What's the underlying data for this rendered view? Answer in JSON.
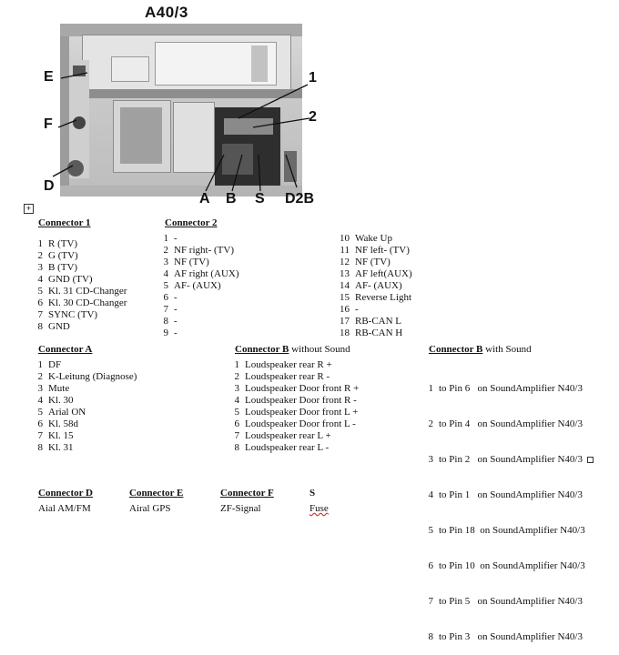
{
  "title": "A40/3",
  "callouts": {
    "e": "E",
    "f": "F",
    "d": "D",
    "one": "1",
    "two": "2",
    "a": "A",
    "b": "B",
    "s": "S",
    "d2b": "D2B"
  },
  "expander_symbol": "+",
  "connector1": {
    "heading": "Connector  1",
    "pins": [
      {
        "n": "1",
        "label": "R (TV)"
      },
      {
        "n": "2",
        "label": "G (TV)"
      },
      {
        "n": "3",
        "label": "B (TV)"
      },
      {
        "n": "4",
        "label": "GND (TV)"
      },
      {
        "n": "5",
        "label": "Kl. 31 CD-Changer"
      },
      {
        "n": "6",
        "label": "Kl. 30 CD-Changer"
      },
      {
        "n": "7",
        "label": "SYNC (TV)"
      },
      {
        "n": "8",
        "label": "GND"
      }
    ]
  },
  "connector2": {
    "heading": "Connector  2",
    "pins_left": [
      {
        "n": "1",
        "label": "-"
      },
      {
        "n": "2",
        "label": "NF right- (TV)"
      },
      {
        "n": "3",
        "label": "NF (TV)"
      },
      {
        "n": "4",
        "label": "AF right (AUX)"
      },
      {
        "n": "5",
        "label": "AF- (AUX)"
      },
      {
        "n": "6",
        "label": "-"
      },
      {
        "n": "7",
        "label": "-"
      },
      {
        "n": "8",
        "label": "-"
      },
      {
        "n": "9",
        "label": "-"
      }
    ],
    "pins_right": [
      {
        "n": "10",
        "label": "Wake Up"
      },
      {
        "n": "11",
        "label": "NF left- (TV)"
      },
      {
        "n": "12",
        "label": "NF (TV)"
      },
      {
        "n": "13",
        "label": "AF left(AUX)"
      },
      {
        "n": "14",
        "label": "AF- (AUX)"
      },
      {
        "n": "15",
        "label": "Reverse Light"
      },
      {
        "n": "16",
        "label": "-"
      },
      {
        "n": "17",
        "label": "RB-CAN L"
      },
      {
        "n": "18",
        "label": "RB-CAN H"
      }
    ]
  },
  "connectorA": {
    "heading": "Connector  A",
    "pins": [
      {
        "n": "1",
        "label": "DF"
      },
      {
        "n": "2",
        "label": "K-Leitung (Diagnose)"
      },
      {
        "n": "3",
        "label": "Mute"
      },
      {
        "n": "4",
        "label": "Kl. 30"
      },
      {
        "n": "5",
        "label": "Arial ON"
      },
      {
        "n": "6",
        "label": "Kl. 58d"
      },
      {
        "n": "7",
        "label": "Kl. 15"
      },
      {
        "n": "8",
        "label": "Kl. 31"
      }
    ]
  },
  "connectorB_without": {
    "heading_bold": "Connector  B",
    "heading_rest": " without Sound",
    "pins": [
      {
        "n": "1",
        "label": "Loudspeaker rear R +"
      },
      {
        "n": "2",
        "label": "Loudspeaker rear R -"
      },
      {
        "n": "3",
        "label": "Loudspeaker Door front R +"
      },
      {
        "n": "4",
        "label": "Loudspeaker Door front R -"
      },
      {
        "n": "5",
        "label": "Loudspeaker Door front L +"
      },
      {
        "n": "6",
        "label": "Loudspeaker Door front L -"
      },
      {
        "n": "7",
        "label": "Loudspeaker rear L +"
      },
      {
        "n": "8",
        "label": "Loudspeaker rear L -"
      }
    ]
  },
  "connectorB_with": {
    "heading_bold": "Connector  B",
    "heading_rest": " with Sound",
    "pins": [
      {
        "n": "1",
        "label": "to Pin 6   on SoundAmplifier N40/3"
      },
      {
        "n": "2",
        "label": "to Pin 4   on SoundAmplifier N40/3"
      },
      {
        "n": "3",
        "label": "to Pin 2   on SoundAmplifier N40/3"
      },
      {
        "n": "4",
        "label": "to Pin 1   on SoundAmplifier N40/3"
      },
      {
        "n": "5",
        "label": "to Pin 18  on SoundAmplifier N40/3"
      },
      {
        "n": "6",
        "label": "to Pin 10  on SoundAmplifier N40/3"
      },
      {
        "n": "7",
        "label": "to Pin 5   on SoundAmplifier N40/3"
      },
      {
        "n": "8",
        "label": "to Pin 3   on SoundAmplifier N40/3"
      }
    ]
  },
  "bottom": {
    "d_heading": "Connector D",
    "d_value": "Aial AM/FM",
    "e_heading": "Connector E",
    "e_value": "Airal GPS",
    "f_heading": "Connector F",
    "f_value": "ZF-Signal",
    "s_heading": "S",
    "s_value": "Fuse"
  }
}
